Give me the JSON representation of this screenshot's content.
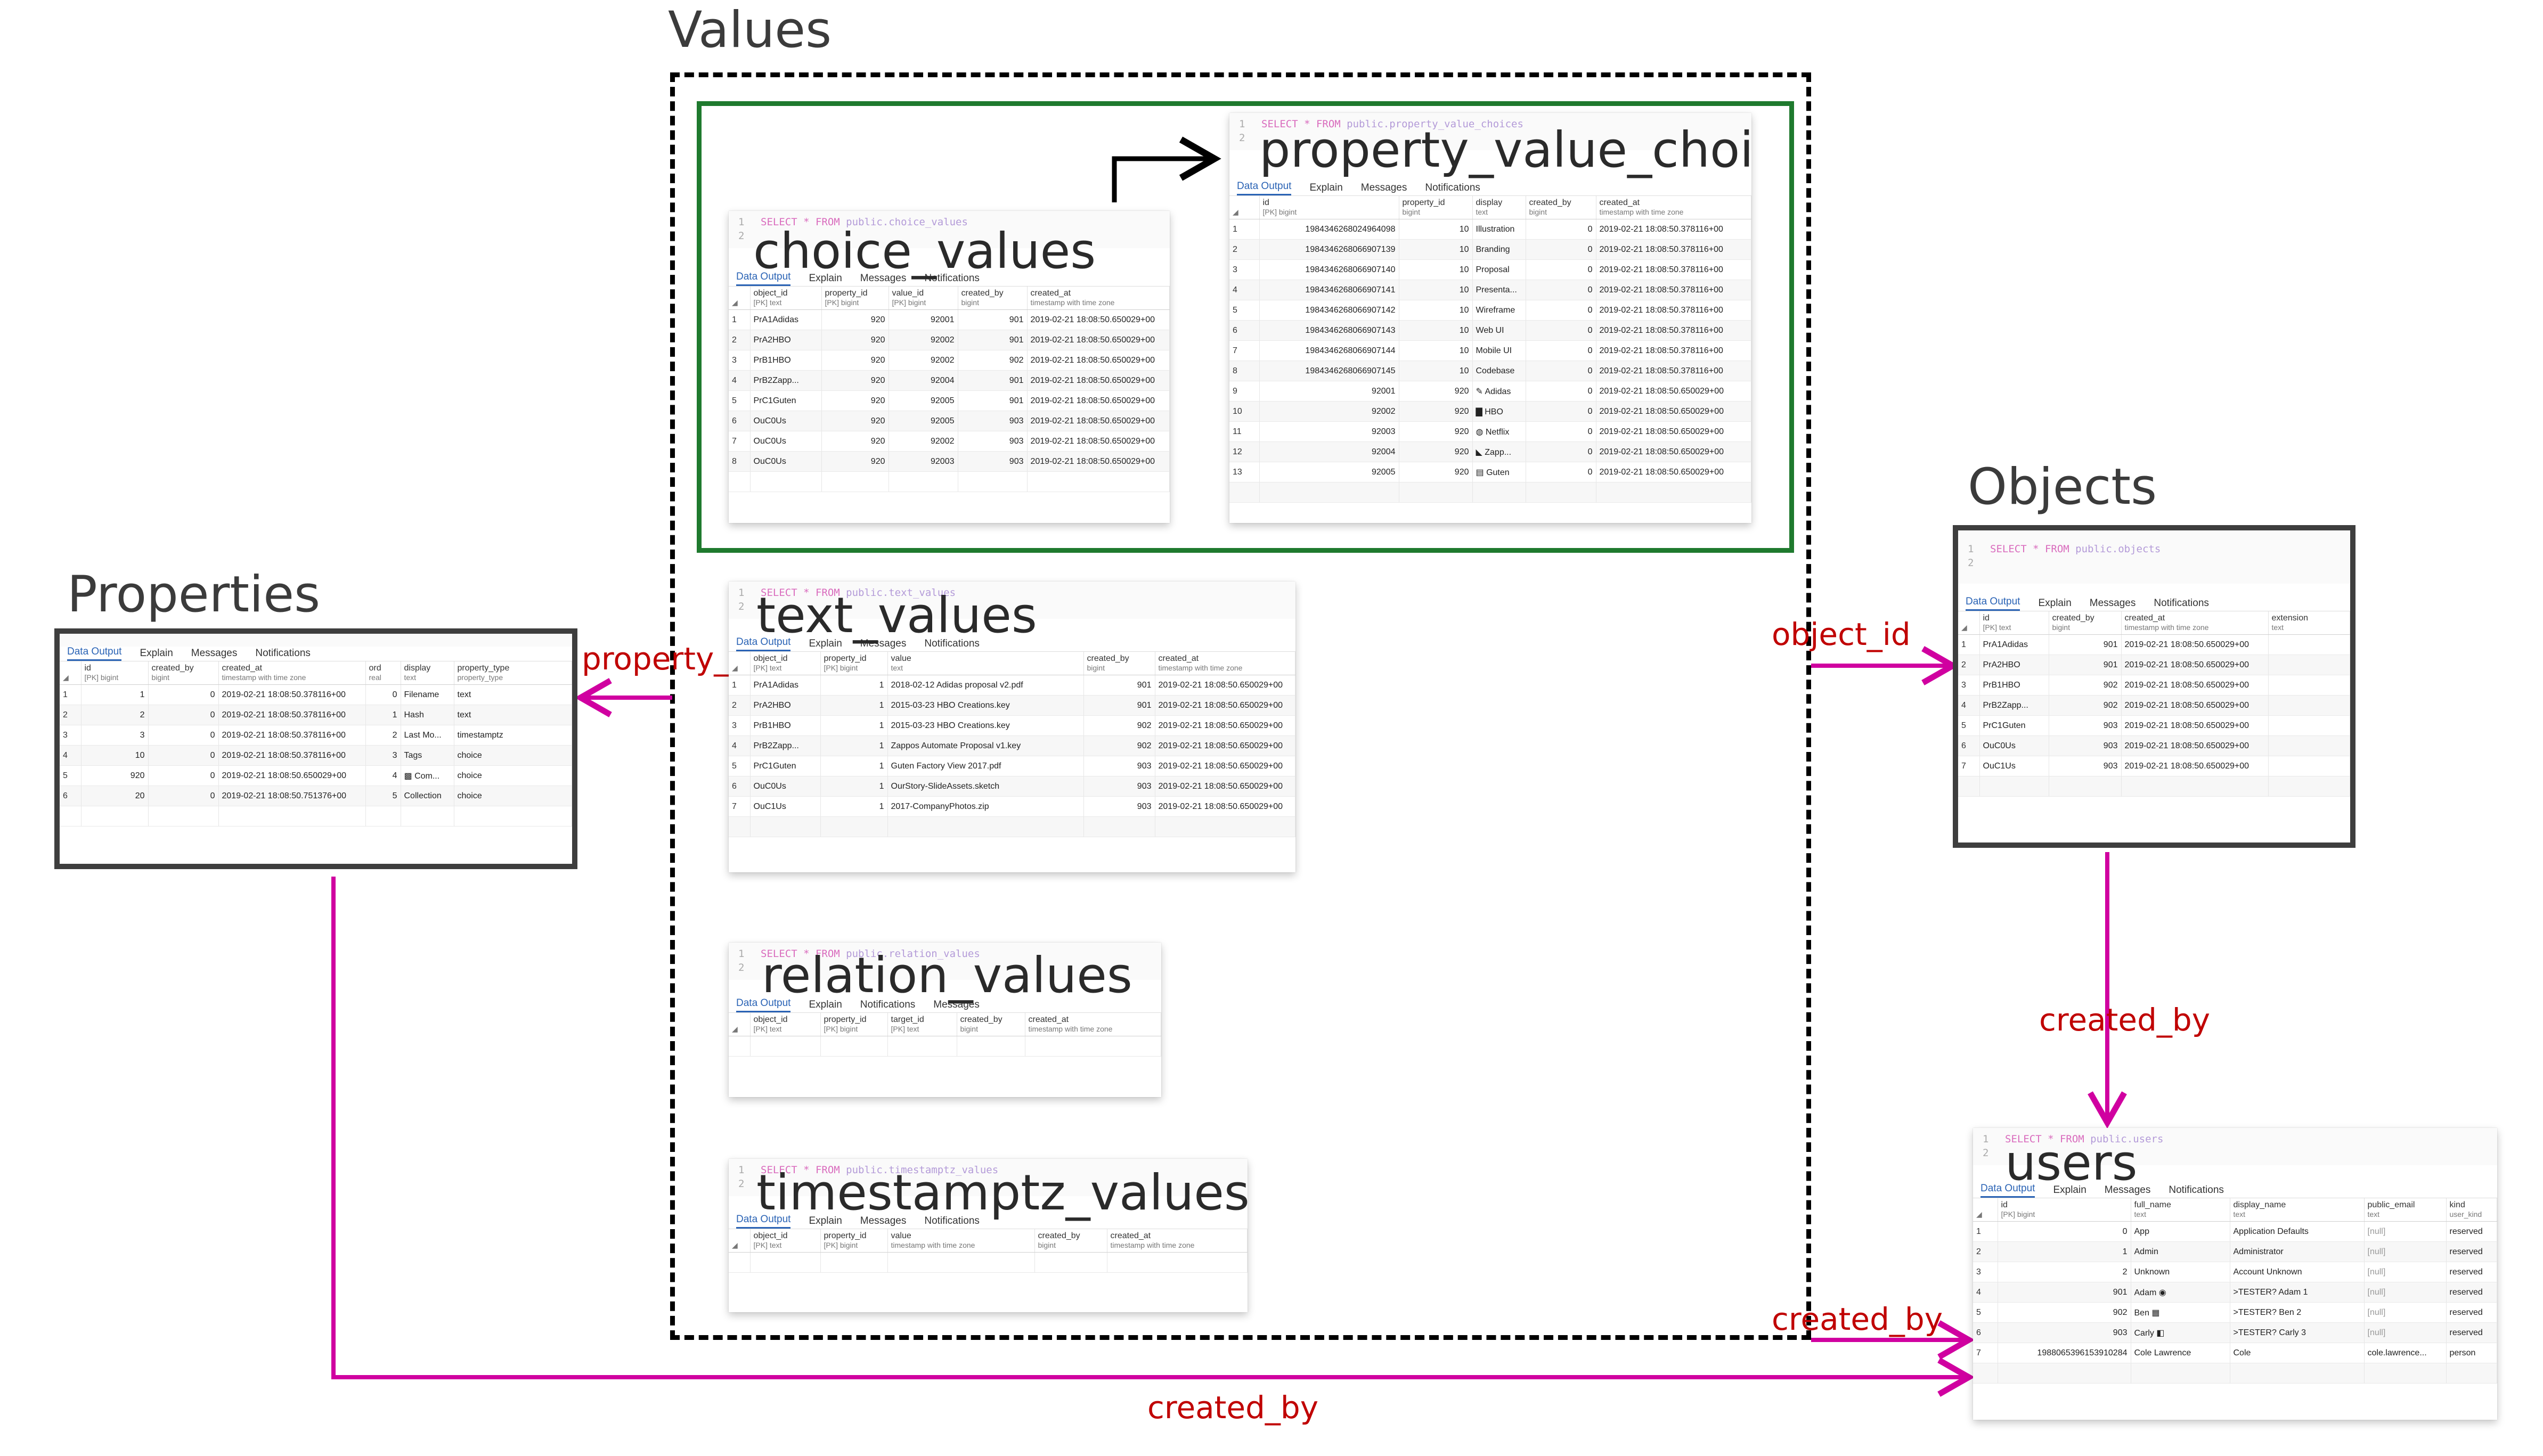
{
  "headings": {
    "values": "Values",
    "objects": "Objects",
    "properties": "Properties"
  },
  "edge_labels": {
    "property_id": "property_id",
    "object_id": "object_id",
    "created_by_objects_users": "created_by",
    "created_by_values_users": "created_by",
    "created_by_properties_users": "created_by"
  },
  "colors": {
    "edge": "#d000a0",
    "edge_label": "#c00000",
    "green_frame": "#1f7a2e",
    "dashed_frame": "#000000"
  },
  "tables": {
    "property_value_choices": {
      "title": "property_value_choices",
      "sql_prefix": "SELECT * FROM ",
      "sql_table": "public.property_value_choices",
      "tabs": [
        "Data Output",
        "Explain",
        "Messages",
        "Notifications"
      ],
      "columns": [
        {
          "name": "id",
          "type": "[PK] bigint"
        },
        {
          "name": "property_id",
          "type": "bigint"
        },
        {
          "name": "display",
          "type": "text"
        },
        {
          "name": "created_by",
          "type": "bigint"
        },
        {
          "name": "created_at",
          "type": "timestamp with time zone"
        }
      ],
      "rows": [
        [
          "1",
          "1984346268024964098",
          "10",
          "Illustration",
          "0",
          "2019-02-21 18:08:50.378116+00"
        ],
        [
          "2",
          "1984346268066907139",
          "10",
          "Branding",
          "0",
          "2019-02-21 18:08:50.378116+00"
        ],
        [
          "3",
          "1984346268066907140",
          "10",
          "Proposal",
          "0",
          "2019-02-21 18:08:50.378116+00"
        ],
        [
          "4",
          "1984346268066907141",
          "10",
          "Presenta...",
          "0",
          "2019-02-21 18:08:50.378116+00"
        ],
        [
          "5",
          "1984346268066907142",
          "10",
          "Wireframe",
          "0",
          "2019-02-21 18:08:50.378116+00"
        ],
        [
          "6",
          "1984346268066907143",
          "10",
          "Web UI",
          "0",
          "2019-02-21 18:08:50.378116+00"
        ],
        [
          "7",
          "1984346268066907144",
          "10",
          "Mobile UI",
          "0",
          "2019-02-21 18:08:50.378116+00"
        ],
        [
          "8",
          "1984346268066907145",
          "10",
          "Codebase",
          "0",
          "2019-02-21 18:08:50.378116+00"
        ],
        [
          "9",
          "92001",
          "920",
          "✎ Adidas",
          "0",
          "2019-02-21 18:08:50.650029+00"
        ],
        [
          "10",
          "92002",
          "920",
          "▇ HBO",
          "0",
          "2019-02-21 18:08:50.650029+00"
        ],
        [
          "11",
          "92003",
          "920",
          "◍ Netflix",
          "0",
          "2019-02-21 18:08:50.650029+00"
        ],
        [
          "12",
          "92004",
          "920",
          "◣ Zapp...",
          "0",
          "2019-02-21 18:08:50.650029+00"
        ],
        [
          "13",
          "92005",
          "920",
          "▤ Guten",
          "0",
          "2019-02-21 18:08:50.650029+00"
        ]
      ]
    },
    "choice_values": {
      "title": "choice_values",
      "sql_prefix": "SELECT * FROM ",
      "sql_table": "public.choice_values",
      "tabs": [
        "Data Output",
        "Explain",
        "Messages",
        "Notifications"
      ],
      "columns": [
        {
          "name": "object_id",
          "type": "[PK] text"
        },
        {
          "name": "property_id",
          "type": "[PK] bigint"
        },
        {
          "name": "value_id",
          "type": "[PK] bigint"
        },
        {
          "name": "created_by",
          "type": "bigint"
        },
        {
          "name": "created_at",
          "type": "timestamp with time zone"
        }
      ],
      "rows": [
        [
          "1",
          "PrA1Adidas",
          "920",
          "92001",
          "901",
          "2019-02-21 18:08:50.650029+00"
        ],
        [
          "2",
          "PrA2HBO",
          "920",
          "92002",
          "901",
          "2019-02-21 18:08:50.650029+00"
        ],
        [
          "3",
          "PrB1HBO",
          "920",
          "92002",
          "902",
          "2019-02-21 18:08:50.650029+00"
        ],
        [
          "4",
          "PrB2Zapp...",
          "920",
          "92004",
          "901",
          "2019-02-21 18:08:50.650029+00"
        ],
        [
          "5",
          "PrC1Guten",
          "920",
          "92005",
          "901",
          "2019-02-21 18:08:50.650029+00"
        ],
        [
          "6",
          "OuC0Us",
          "920",
          "92005",
          "903",
          "2019-02-21 18:08:50.650029+00"
        ],
        [
          "7",
          "OuC0Us",
          "920",
          "92002",
          "903",
          "2019-02-21 18:08:50.650029+00"
        ],
        [
          "8",
          "OuC0Us",
          "920",
          "92003",
          "903",
          "2019-02-21 18:08:50.650029+00"
        ]
      ]
    },
    "text_values": {
      "title": "text_values",
      "sql_prefix": "SELECT * FROM ",
      "sql_table": "public.text_values",
      "tabs": [
        "Data Output",
        "Explain",
        "Messages",
        "Notifications"
      ],
      "columns": [
        {
          "name": "object_id",
          "type": "[PK] text"
        },
        {
          "name": "property_id",
          "type": "[PK] bigint"
        },
        {
          "name": "value",
          "type": "text"
        },
        {
          "name": "created_by",
          "type": "bigint"
        },
        {
          "name": "created_at",
          "type": "timestamp with time zone"
        }
      ],
      "rows": [
        [
          "1",
          "PrA1Adidas",
          "1",
          "2018-02-12 Adidas proposal v2.pdf",
          "901",
          "2019-02-21 18:08:50.650029+00"
        ],
        [
          "2",
          "PrA2HBO",
          "1",
          "2015-03-23 HBO Creations.key",
          "901",
          "2019-02-21 18:08:50.650029+00"
        ],
        [
          "3",
          "PrB1HBO",
          "1",
          "2015-03-23 HBO Creations.key",
          "902",
          "2019-02-21 18:08:50.650029+00"
        ],
        [
          "4",
          "PrB2Zapp...",
          "1",
          "Zappos Automate Proposal v1.key",
          "902",
          "2019-02-21 18:08:50.650029+00"
        ],
        [
          "5",
          "PrC1Guten",
          "1",
          "Guten Factory View 2017.pdf",
          "903",
          "2019-02-21 18:08:50.650029+00"
        ],
        [
          "6",
          "OuC0Us",
          "1",
          "OurStory-SlideAssets.sketch",
          "903",
          "2019-02-21 18:08:50.650029+00"
        ],
        [
          "7",
          "OuC1Us",
          "1",
          "2017-CompanyPhotos.zip",
          "903",
          "2019-02-21 18:08:50.650029+00"
        ]
      ]
    },
    "relation_values": {
      "title": "relation_values",
      "sql_prefix": "SELECT * FROM ",
      "sql_table": "public.relation_values",
      "tabs": [
        "Data Output",
        "Explain",
        "Notifications",
        "Messages"
      ],
      "columns": [
        {
          "name": "object_id",
          "type": "[PK] text"
        },
        {
          "name": "property_id",
          "type": "[PK] bigint"
        },
        {
          "name": "target_id",
          "type": "[PK] text"
        },
        {
          "name": "created_by",
          "type": "bigint"
        },
        {
          "name": "created_at",
          "type": "timestamp with time zone"
        }
      ],
      "rows": []
    },
    "timestamptz_values": {
      "title": "timestamptz_values",
      "sql_prefix": "SELECT * FROM ",
      "sql_table": "public.timestamptz_values",
      "tabs": [
        "Data Output",
        "Explain",
        "Messages",
        "Notifications"
      ],
      "columns": [
        {
          "name": "object_id",
          "type": "[PK] text"
        },
        {
          "name": "property_id",
          "type": "[PK] bigint"
        },
        {
          "name": "value",
          "type": "timestamp with time zone"
        },
        {
          "name": "created_by",
          "type": "bigint"
        },
        {
          "name": "created_at",
          "type": "timestamp with time zone"
        }
      ],
      "rows": []
    },
    "properties": {
      "title": "",
      "sql_prefix": "",
      "sql_table": "",
      "tabs": [
        "Data Output",
        "Explain",
        "Messages",
        "Notifications"
      ],
      "columns": [
        {
          "name": "id",
          "type": "[PK] bigint"
        },
        {
          "name": "created_by",
          "type": "bigint"
        },
        {
          "name": "created_at",
          "type": "timestamp with time zone"
        },
        {
          "name": "ord",
          "type": "real"
        },
        {
          "name": "display",
          "type": "text"
        },
        {
          "name": "property_type",
          "type": "property_type"
        }
      ],
      "rows": [
        [
          "1",
          "1",
          "0",
          "2019-02-21 18:08:50.378116+00",
          "0",
          "Filename",
          "text"
        ],
        [
          "2",
          "2",
          "0",
          "2019-02-21 18:08:50.378116+00",
          "1",
          "Hash",
          "text"
        ],
        [
          "3",
          "3",
          "0",
          "2019-02-21 18:08:50.378116+00",
          "2",
          "Last Mo...",
          "timestamptz"
        ],
        [
          "4",
          "10",
          "0",
          "2019-02-21 18:08:50.378116+00",
          "3",
          "Tags",
          "choice"
        ],
        [
          "5",
          "920",
          "0",
          "2019-02-21 18:08:50.650029+00",
          "4",
          "▩ Com...",
          "choice"
        ],
        [
          "6",
          "20",
          "0",
          "2019-02-21 18:08:50.751376+00",
          "5",
          "Collection",
          "choice"
        ]
      ]
    },
    "objects": {
      "title": "",
      "sql_prefix": "SELECT * FROM ",
      "sql_table": "public.objects",
      "tabs": [
        "Data Output",
        "Explain",
        "Messages",
        "Notifications"
      ],
      "columns": [
        {
          "name": "id",
          "type": "[PK] text"
        },
        {
          "name": "created_by",
          "type": "bigint"
        },
        {
          "name": "created_at",
          "type": "timestamp with time zone"
        },
        {
          "name": "extension",
          "type": "text"
        }
      ],
      "rows": [
        [
          "1",
          "PrA1Adidas",
          "901",
          "2019-02-21 18:08:50.650029+00",
          ""
        ],
        [
          "2",
          "PrA2HBO",
          "901",
          "2019-02-21 18:08:50.650029+00",
          ""
        ],
        [
          "3",
          "PrB1HBO",
          "902",
          "2019-02-21 18:08:50.650029+00",
          ""
        ],
        [
          "4",
          "PrB2Zapp...",
          "902",
          "2019-02-21 18:08:50.650029+00",
          ""
        ],
        [
          "5",
          "PrC1Guten",
          "903",
          "2019-02-21 18:08:50.650029+00",
          ""
        ],
        [
          "6",
          "OuC0Us",
          "903",
          "2019-02-21 18:08:50.650029+00",
          ""
        ],
        [
          "7",
          "OuC1Us",
          "903",
          "2019-02-21 18:08:50.650029+00",
          ""
        ]
      ]
    },
    "users": {
      "title": "users",
      "sql_prefix": "SELECT * FROM ",
      "sql_table": "public.users",
      "tabs": [
        "Data Output",
        "Explain",
        "Messages",
        "Notifications"
      ],
      "columns": [
        {
          "name": "id",
          "type": "[PK] bigint"
        },
        {
          "name": "full_name",
          "type": "text"
        },
        {
          "name": "display_name",
          "type": "text"
        },
        {
          "name": "public_email",
          "type": "text"
        },
        {
          "name": "kind",
          "type": "user_kind"
        }
      ],
      "rows": [
        [
          "1",
          "0",
          "App",
          "Application Defaults",
          "[null]",
          "reserved"
        ],
        [
          "2",
          "1",
          "Admin",
          "Administrator",
          "[null]",
          "reserved"
        ],
        [
          "3",
          "2",
          "Unknown",
          "Account Unknown",
          "[null]",
          "reserved"
        ],
        [
          "4",
          "901",
          "Adam ◉",
          ">TESTER? Adam 1",
          "[null]",
          "reserved"
        ],
        [
          "5",
          "902",
          "Ben ▦",
          ">TESTER? Ben 2",
          "[null]",
          "reserved"
        ],
        [
          "6",
          "903",
          "Carly ◧",
          ">TESTER? Carly 3",
          "[null]",
          "reserved"
        ],
        [
          "7",
          "1988065396153910284",
          "Cole Lawrence",
          "Cole",
          "cole.lawrence...",
          "person"
        ]
      ]
    }
  }
}
